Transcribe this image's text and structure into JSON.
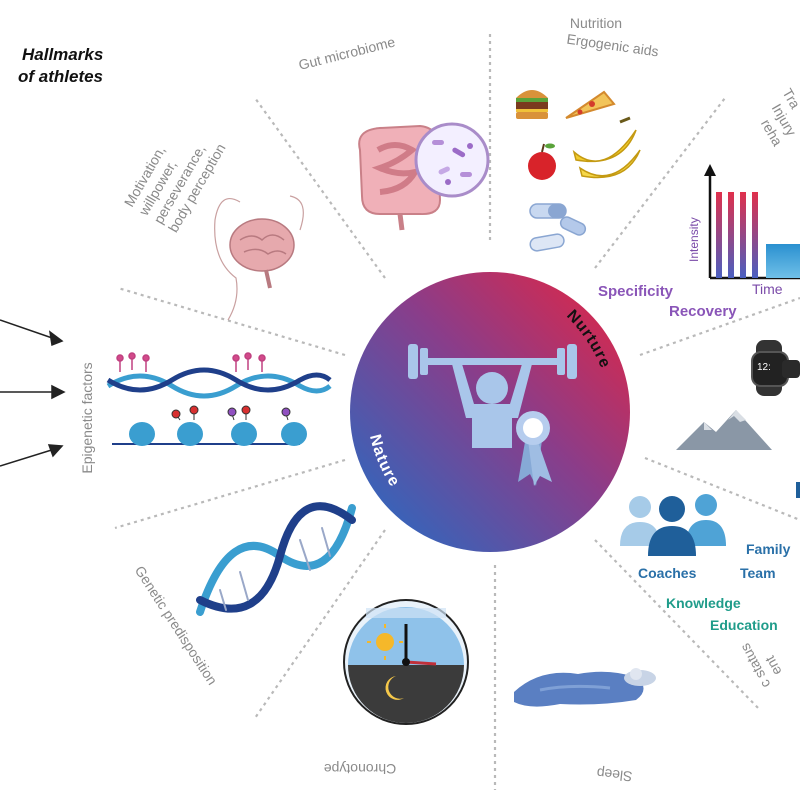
{
  "title": [
    "Hallmarks",
    "of athletes"
  ],
  "segments": {
    "gut": "Gut microbiome",
    "nutrition": [
      "Nutrition",
      "Ergogenic aids"
    ],
    "training": [
      "Tra",
      "Injury",
      "reha"
    ],
    "motivation": [
      "Motivation,",
      "willpower,",
      "perseverance,",
      "body perception"
    ],
    "epigenetic": "Epigenetic factors",
    "genetic": "Genetic predisposition",
    "chronotype": "Chronotype",
    "sleep": "Sleep",
    "status": [
      "ent",
      "c status"
    ]
  },
  "center": {
    "nurture": "Nurture",
    "nature": "Nature"
  },
  "training_graph": {
    "ylabel": "Intensity",
    "xlabel": "Time"
  },
  "training_terms": {
    "specificity": "Specificity",
    "recovery": "Recovery"
  },
  "social": {
    "coaches": "Coaches",
    "family": "Family",
    "team": "Team",
    "knowledge": "Knowledge",
    "education": "Education"
  },
  "watch_text": "12:",
  "colors": {
    "nature": "#2f6fc0",
    "nurture": "#e0304c",
    "divider": "#b9b9b9",
    "purple": "#8a55b8",
    "teal": "#1f9c8a",
    "blue": "#2a70a8"
  }
}
